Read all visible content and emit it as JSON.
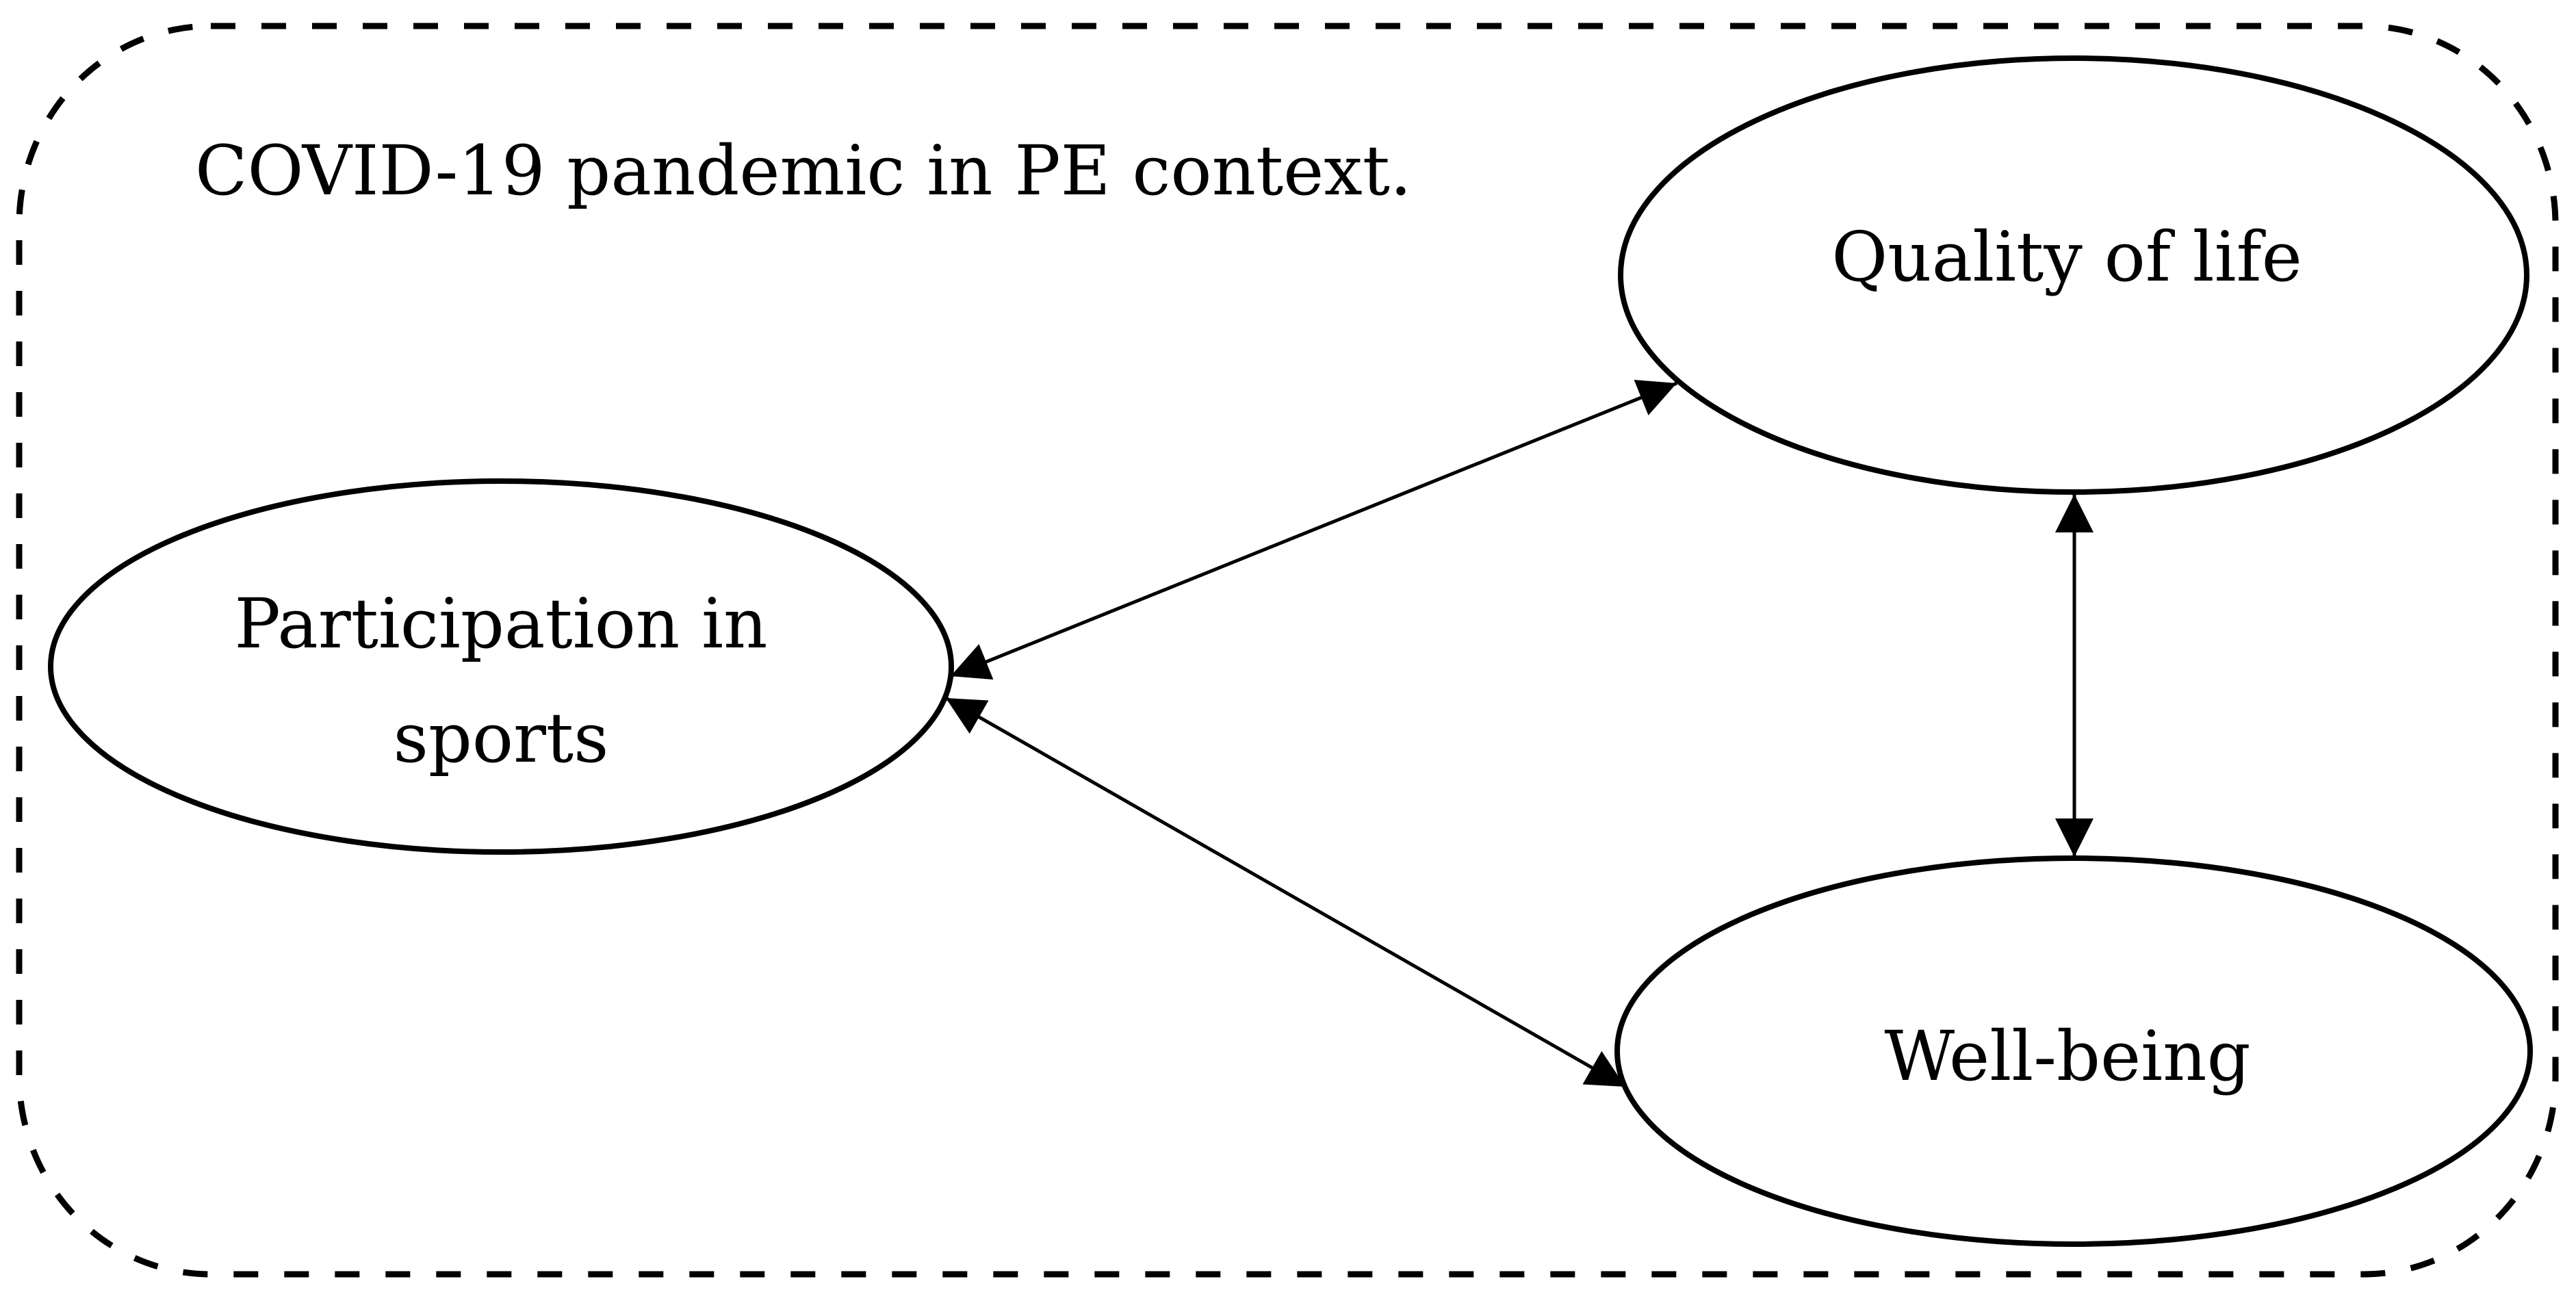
{
  "figure": {
    "title": "COVID-19 pandemic in PE context.",
    "nodes": {
      "participation": {
        "line1": "Participation in",
        "line2": "sports"
      },
      "quality": {
        "label": "Quality of life"
      },
      "wellbeing": {
        "label": "Well-being"
      }
    },
    "edges": [
      {
        "from": "Participation in sports",
        "to": "Quality of life",
        "direction": "bidirectional"
      },
      {
        "from": "Participation in sports",
        "to": "Well-being",
        "direction": "bidirectional"
      },
      {
        "from": "Quality of life",
        "to": "Well-being",
        "direction": "bidirectional"
      }
    ],
    "colors": {
      "ink": "#000000",
      "background": "#ffffff"
    }
  }
}
